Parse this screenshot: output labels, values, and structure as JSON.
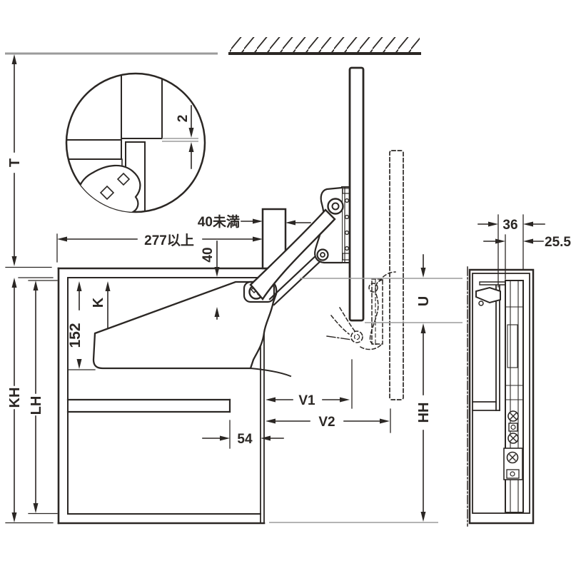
{
  "drawing": {
    "kind": "lift-up cabinet fitting installation diagram",
    "labels": {
      "t": "T",
      "kh": "KH",
      "lh": "LH",
      "h152": "152",
      "k": "K",
      "gap2": "2",
      "clear40": "40",
      "fascia_max": "40未満",
      "depth_min": "277以上",
      "shelf54": "54",
      "v1": "V1",
      "v2": "V2",
      "u": "U",
      "hh": "HH",
      "side36": "36",
      "side255": "25.5"
    },
    "colors": {
      "line": "#2b2724",
      "ref": "#9b9b9b",
      "background": "#ffffff"
    }
  }
}
